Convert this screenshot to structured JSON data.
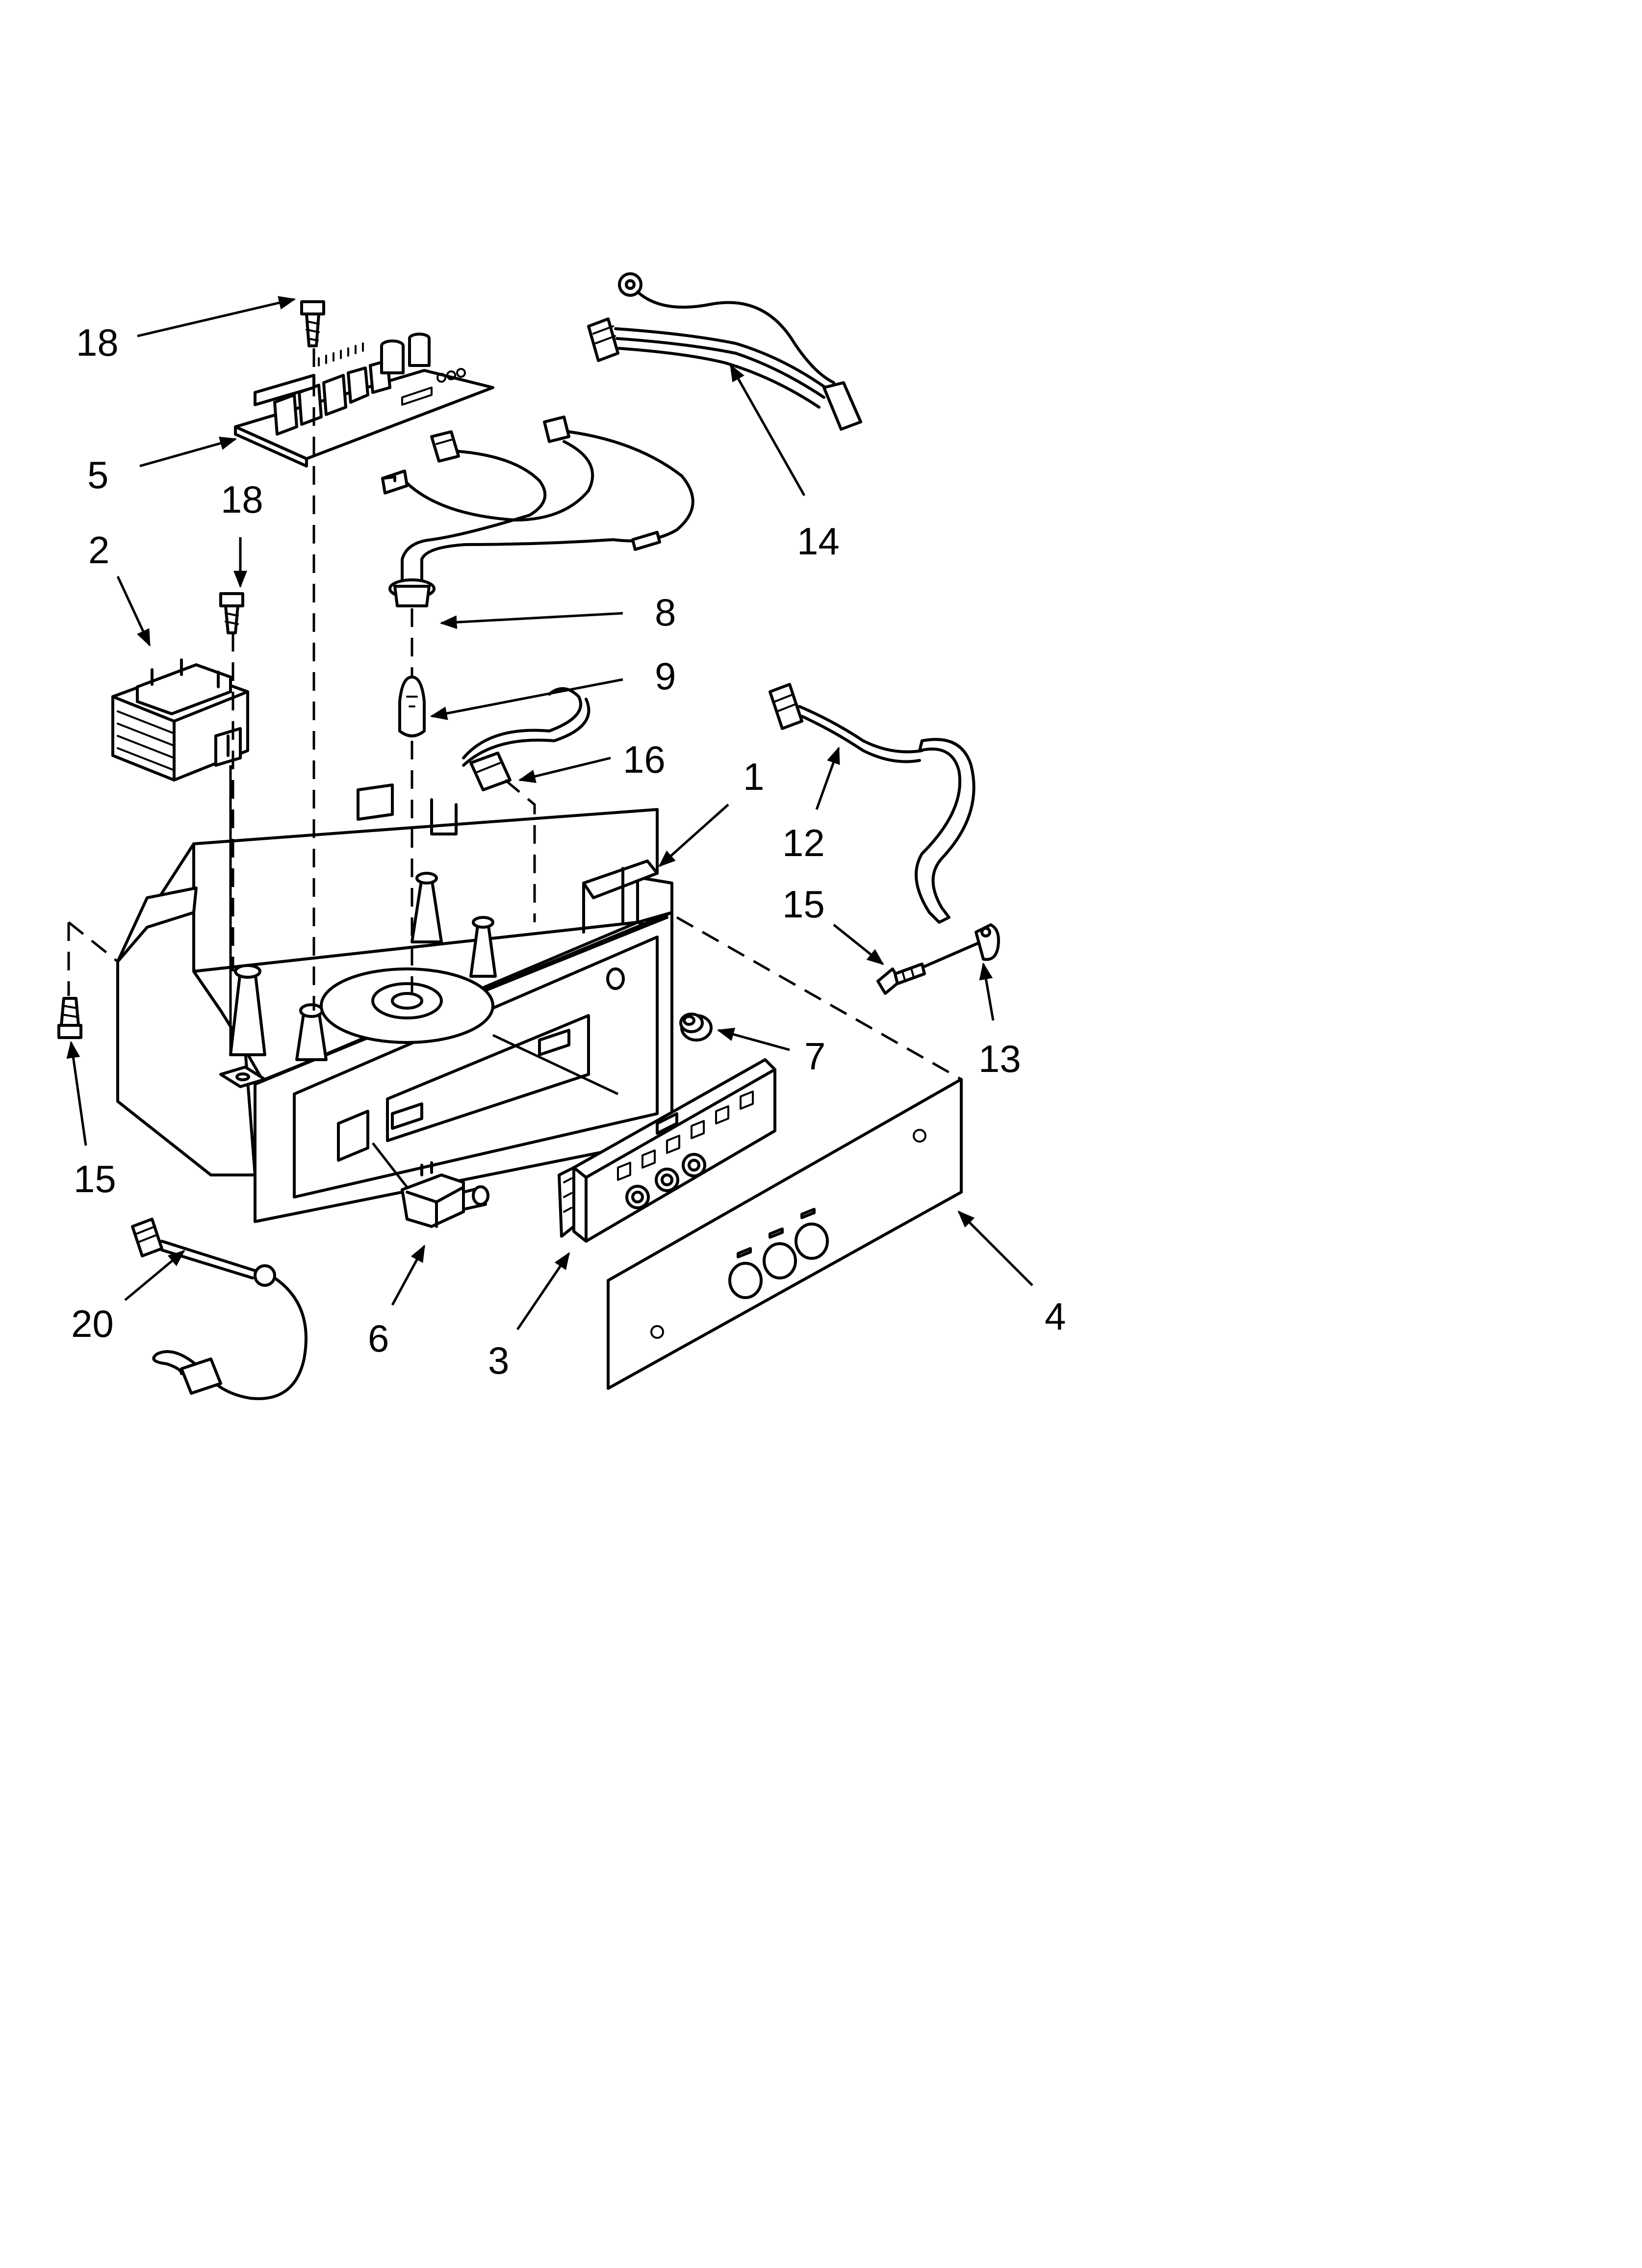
{
  "diagram": {
    "callouts": [
      {
        "id": "c18a",
        "label": "18"
      },
      {
        "id": "c5",
        "label": "5"
      },
      {
        "id": "c18b",
        "label": "18"
      },
      {
        "id": "c2",
        "label": "2"
      },
      {
        "id": "c14",
        "label": "14"
      },
      {
        "id": "c8",
        "label": "8"
      },
      {
        "id": "c9",
        "label": "9"
      },
      {
        "id": "c16",
        "label": "16"
      },
      {
        "id": "c1",
        "label": "1"
      },
      {
        "id": "c12",
        "label": "12"
      },
      {
        "id": "c15a",
        "label": "15"
      },
      {
        "id": "c13",
        "label": "13"
      },
      {
        "id": "c7",
        "label": "7"
      },
      {
        "id": "c15b",
        "label": "15"
      },
      {
        "id": "c20",
        "label": "20"
      },
      {
        "id": "c6",
        "label": "6"
      },
      {
        "id": "c3",
        "label": "3"
      },
      {
        "id": "c4",
        "label": "4"
      }
    ]
  }
}
